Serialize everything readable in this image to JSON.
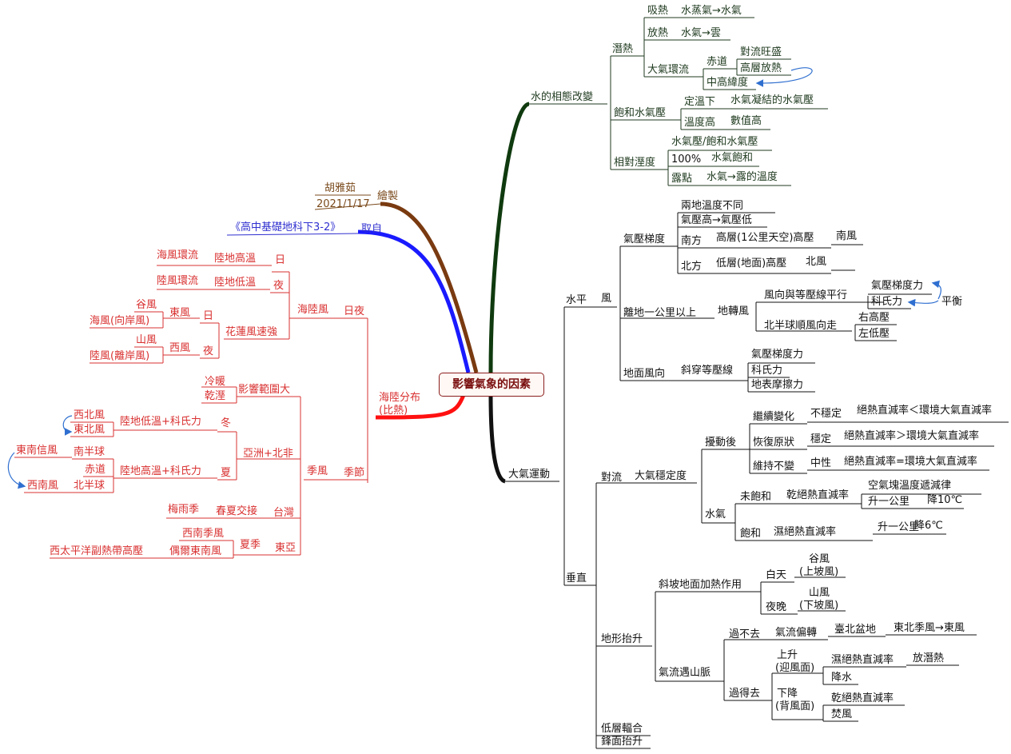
{
  "root": "影響氣象的因素",
  "credits": {
    "made": "繪製",
    "author": "胡雅茹",
    "date": "2021/1/17",
    "from": "取自",
    "source": "《高中基礎地科下3-2》"
  },
  "water": {
    "title": "水的相態改變",
    "latent": "潛熱",
    "absorb": "吸熱",
    "absorb_v": "水蒸氣→水氣",
    "release": "放熱",
    "release_v": "水氣→雲",
    "circ": "大氣環流",
    "equator": "赤道",
    "conv": "對流旺盛",
    "high_rel": "高層放熱",
    "mid_lat": "中高緯度",
    "sat": "飽和水氣壓",
    "fixed_t": "定溫下",
    "fixed_t_v": "水氣凝結的水氣壓",
    "temp_high": "溫度高",
    "temp_high_v": "數值高",
    "rh": "相對溼度",
    "rh_def": "水氣壓/飽和水氣壓",
    "p100": "100%",
    "p100_v": "水氣飽和",
    "dew": "露點",
    "dew_v": "水氣→露的溫度"
  },
  "atmo": {
    "title": "大氣運動",
    "horiz": "水平",
    "wind": "風",
    "pg": "氣壓梯度",
    "pg1": "兩地溫度不同",
    "pg2": "氣壓高→氣壓低",
    "south": "南方",
    "south_v": "高層(1公里天空)高壓",
    "south_w": "南風",
    "north": "北方",
    "north_v": "低層(地面)高壓",
    "north_w": "北風",
    "above1": "離地一公里以上",
    "geo": "地轉風",
    "geo1": "風向與等壓線平行",
    "pgf": "氣壓梯度力",
    "cor": "科氏力",
    "bal": "平衡",
    "geo2": "北半球順風向走",
    "rhp": "右高壓",
    "lhp": "左低壓",
    "surf": "地面風向",
    "oblique": "斜穿等壓線",
    "f1": "氣壓梯度力",
    "f2": "科氏力",
    "f3": "地表摩擦力",
    "vert": "垂直",
    "convec": "對流",
    "stab": "大氣穩定度",
    "dist": "擾動後",
    "cont": "繼續變化",
    "unst": "不穩定",
    "unst_v": "絕熱直減率＜環境大氣直減率",
    "rest": "恢復原狀",
    "st": "穩定",
    "st_v": "絕熱直減率＞環境大氣直減率",
    "keep": "維持不變",
    "neu": "中性",
    "neu_v": "絕熱直減率=環境大氣直減率",
    "vapor": "水氣",
    "unsat": "未飽和",
    "dry": "乾絕熱直減率",
    "dry1": "空氣塊溫度遞減律",
    "rise1": "升一公里",
    "drop10": "降10℃",
    "sat": "飽和",
    "wet": "濕絕熱直減率",
    "rise2": "升一公里",
    "drop6": "降6℃",
    "oro": "地形抬升",
    "slope": "斜坡地面加熱作用",
    "day": "白天",
    "valley": "谷風",
    "upslope": "(上坡風)",
    "night": "夜晚",
    "mtn": "山風",
    "downslope": "(下坡風)",
    "meet": "氣流遇山脈",
    "nopass": "過不去",
    "deflect": "氣流偏轉",
    "taipei": "臺北盆地",
    "ne_e": "東北季風→東風",
    "pass": "過得去",
    "up": "上升",
    "windward": "(迎風面)",
    "wet2": "濕絕熱直減率",
    "latent": "放潛熱",
    "rain": "降水",
    "down": "下降",
    "leeward": "(背風面)",
    "dry2": "乾絕熱直減率",
    "foehn": "焚風",
    "low_conv": "低層輻合",
    "front": "鋒面抬升"
  },
  "land": {
    "title": "海陸分布",
    "sub": "(比熱)",
    "daynight": "日夜",
    "seabreeze": "海陸風",
    "day": "日",
    "night": "夜",
    "sea_circ": "海風環流",
    "land_high": "陸地高溫",
    "land_circ": "陸風環流",
    "land_low": "陸地低溫",
    "hualien": "花蓮風速強",
    "h_day": "日",
    "h_east": "東風",
    "valley": "谷風",
    "sea_w": "海風(向岸風)",
    "h_night": "夜",
    "h_west": "西風",
    "mtn": "山風",
    "land_w": "陸風(離岸風)",
    "season": "季節",
    "monsoon": "季風",
    "wide": "影響範圍大",
    "cold": "冷暖",
    "dry": "乾溼",
    "asia": "亞洲+北非",
    "winter": "冬",
    "w_cause": "陸地低溫+科氏力",
    "nw": "西北風",
    "ne": "東北風",
    "summer": "夏",
    "s_cause": "陸地高溫+科氏力",
    "sh": "南半球",
    "eq": "赤道",
    "nh": "北半球",
    "se_trade": "東南信風",
    "sw": "西南風",
    "taiwan": "台灣",
    "plum": "梅雨季",
    "spr_sum": "春夏交接",
    "eastasia": "東亞",
    "e_summer": "夏季",
    "sw_mon": "西南季風",
    "occ_se": "偶爾東南風",
    "pac_high": "西太平洋副熱帶高壓"
  },
  "colors": {
    "green": "#1f3a1f",
    "black": "#111111",
    "red": "#d93030",
    "blue": "#2f2fd0",
    "brown": "#7a4a1c",
    "arrow": "#2f6fd0"
  }
}
